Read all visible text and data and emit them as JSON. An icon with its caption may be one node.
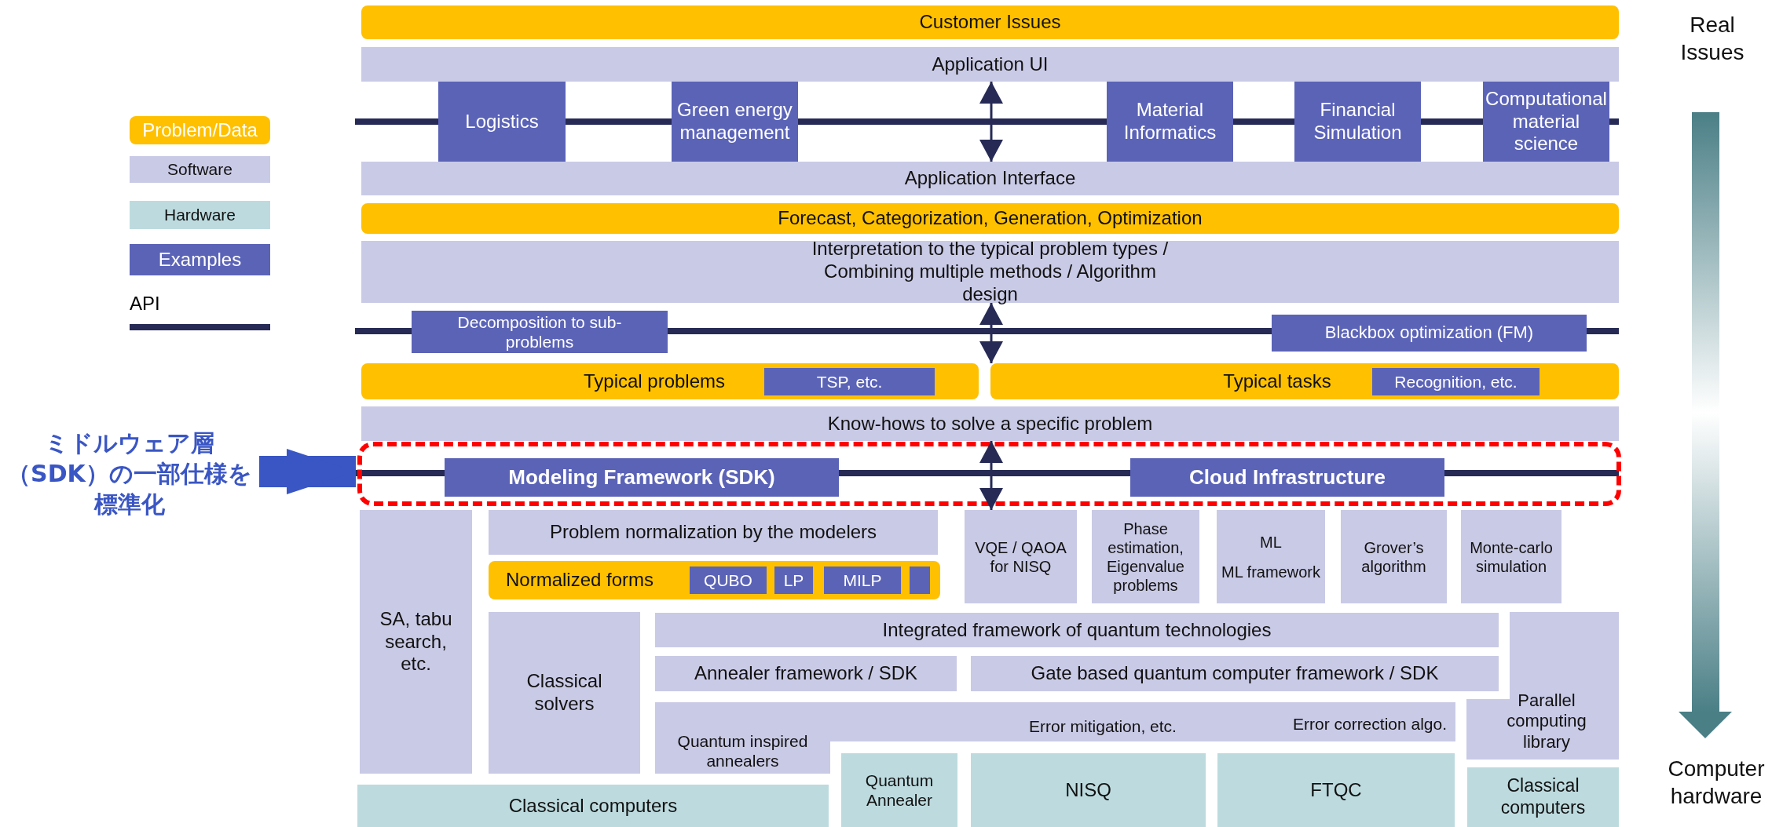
{
  "diagram": {
    "nodes": [
      {
        "text": [
          "Customer Issues"
        ]
      },
      {
        "text": [
          "Application UI"
        ]
      },
      {
        "text": [
          "Logistics"
        ]
      },
      {
        "text": [
          "Green energy management"
        ]
      },
      {
        "text": [
          "Material Informatics"
        ]
      },
      {
        "text": [
          "Financial Simulation"
        ]
      },
      {
        "text": [
          "Computational material science"
        ]
      },
      {
        "text": [
          "Application Interface"
        ]
      },
      {
        "text": [
          "Forecast, Categorization, Generation, Optimization"
        ]
      },
      {
        "text": [
          "Interpretation to the typical problem types / Combining multiple methods / Algorithm design"
        ]
      },
      {
        "text": [
          "Decomposition to sub-problems"
        ]
      },
      {
        "text": [
          "Blackbox optimization (FM)"
        ]
      },
      {
        "text": [
          "Typical problems"
        ]
      },
      {
        "text": [
          "TSP, etc."
        ],
        "in": 12
      },
      {
        "text": [
          "Typical tasks"
        ]
      },
      {
        "text": [
          "Recognition, etc."
        ],
        "in": 14
      },
      {
        "text": [
          "Know-hows to solve a specific problem"
        ]
      },
      {
        "text": [
          "ミドルウェア層（SDK）の一部仕様を標準化"
        ]
      },
      {
        "text": [],
        "shape": "box"
      },
      {
        "text": [
          "Modeling Framework (SDK)"
        ],
        "in": 18
      },
      {
        "text": [
          "Cloud Infrastructure"
        ],
        "in": 18
      },
      {
        "text": [
          "SA, tabu search, etc."
        ]
      },
      {
        "text": [
          "Problem normalization by the modelers"
        ]
      },
      {
        "text": [
          "Normalized forms"
        ]
      },
      {
        "text": [
          "QUBO"
        ],
        "in": 23
      },
      {
        "text": [
          "LP"
        ],
        "in": 23
      },
      {
        "text": [
          "MILP"
        ],
        "in": 23
      },
      {
        "text": [],
        "shape": "box",
        "in": 23
      },
      {
        "text": [
          "VQE / QAOA for NISQ"
        ]
      },
      {
        "text": [
          "Phase estimation, Eigenvalue problems"
        ]
      },
      {
        "text": [
          "ML",
          "ML framework"
        ]
      },
      {
        "text": [
          "Grover’s algorithm"
        ]
      },
      {
        "text": [
          "Monte-carlo simulation"
        ]
      },
      {
        "text": [
          "Classical solvers"
        ]
      },
      {
        "text": [
          "Integrated framework of quantum technologies"
        ]
      },
      {
        "text": [
          "Annealer framework / SDK"
        ]
      },
      {
        "text": [
          "Gate based quantum computer framework / SDK"
        ]
      },
      {
        "text": [
          "Parallel computing library"
        ]
      },
      {
        "text": [
          "Quantum inspired annealers",
          "Error mitigation, etc.",
          "Error correction algo."
        ]
      },
      {
        "text": [
          "Classical computers"
        ]
      },
      {
        "text": [
          "Quantum Annealer"
        ]
      },
      {
        "text": [
          "NISQ"
        ]
      },
      {
        "text": [
          "FTQC"
        ]
      },
      {
        "text": [
          "Classical computers"
        ]
      }
    ],
    "edges": [
      {
        "from": 1,
        "to": 7,
        "arrow": "both"
      },
      {
        "from": 9,
        "to": 14,
        "arrow": "both"
      },
      {
        "from": 16,
        "to": 28,
        "arrow": "both"
      },
      {
        "from": 17,
        "to": 18,
        "arrow": "to",
        "style": "thick",
        "color": "#3a56c4"
      }
    ],
    "labels": [
      "Real Issues",
      "Computer hardware"
    ],
    "legend": [
      {
        "text": "Problem/Data",
        "color": "#ffc000"
      },
      {
        "text": "Software",
        "color": "#c9cae6"
      },
      {
        "text": "Hardware",
        "color": "#bddbdf"
      },
      {
        "text": "Examples",
        "color": "#5b63b7"
      },
      {
        "text": "API"
      }
    ]
  }
}
